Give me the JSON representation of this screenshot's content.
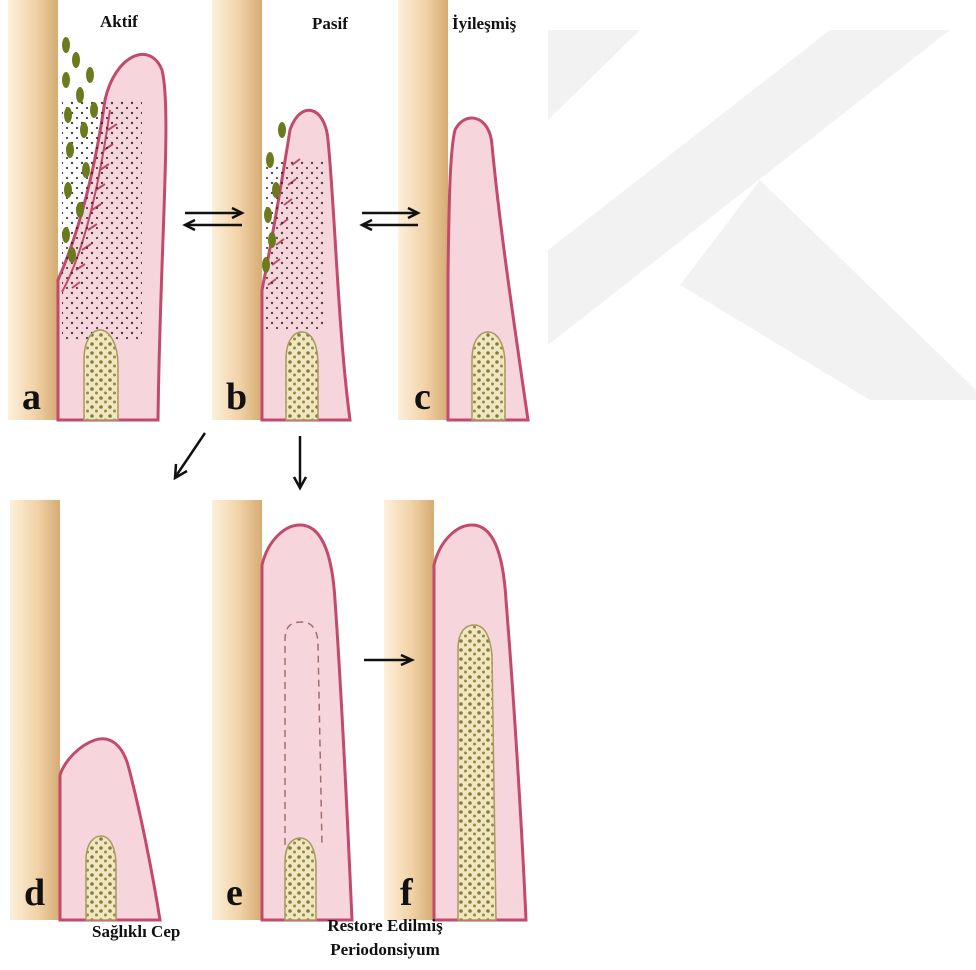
{
  "titles": {
    "active": "Aktif",
    "passive": "Pasif",
    "healed": "İyileşmiş"
  },
  "panel_labels": {
    "a": "a",
    "b": "b",
    "c": "c",
    "d": "d",
    "e": "e",
    "f": "f"
  },
  "captions": {
    "healthy_pocket": "Sağlıklı Cep",
    "restored_line1": "Restore Edilmiş",
    "restored_line2": "Periodonsiyum"
  },
  "colors": {
    "tooth_light": "#fbe9cf",
    "tooth_dark": "#d9b07a",
    "gingiva_fill": "#f6d6dc",
    "gingiva_edge": "#c24a6c",
    "bone_fill": "#efe6c2",
    "bone_dots": "#8a7a3a",
    "bacteria": "#6b7a1e",
    "watermark": "#f0f0f0"
  }
}
